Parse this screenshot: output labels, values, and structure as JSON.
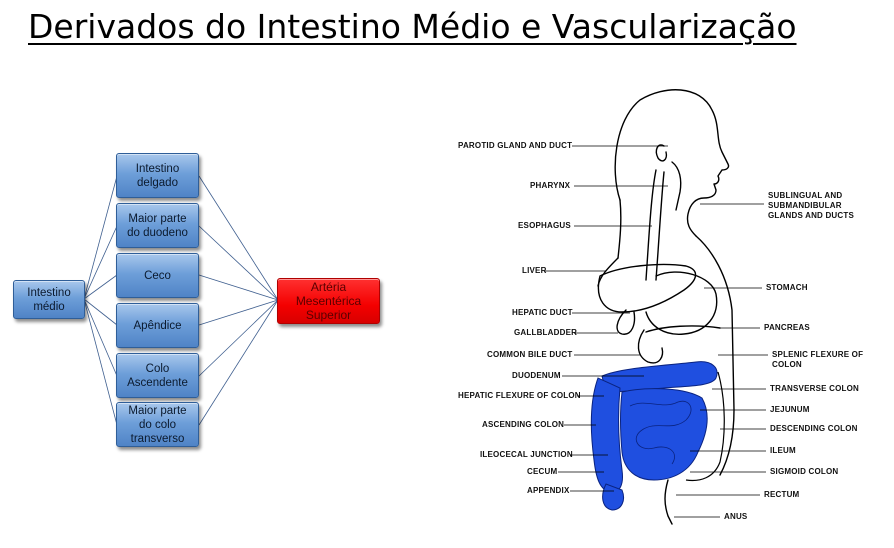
{
  "title": "Derivados do Intestino Médio e Vascularização",
  "diagram": {
    "root": "Intestino médio",
    "children": [
      "Intestino delgado",
      "Maior parte do duodeno",
      "Ceco",
      "Apêndice",
      "Colo Ascendente",
      "Maior parte do colo transverso"
    ],
    "artery": "Artéria Mesentérica Superior"
  },
  "anatomy_labels": {
    "left": [
      "PAROTID GLAND AND DUCT",
      "PHARYNX",
      "ESOPHAGUS",
      "LIVER",
      "HEPATIC DUCT",
      "GALLBLADDER",
      "COMMON BILE DUCT",
      "DUODENUM",
      "HEPATIC FLEXURE OF COLON",
      "ASCENDING COLON",
      "ILEOCECAL JUNCTION",
      "CECUM",
      "APPENDIX"
    ],
    "right": [
      "SUBLINGUAL AND SUBMANDIBULAR GLANDS AND DUCTS",
      "STOMACH",
      "PANCREAS",
      "SPLENIC FLEXURE OF COLON",
      "TRANSVERSE COLON",
      "JEJUNUM",
      "DESCENDING COLON",
      "ILEUM",
      "SIGMOID COLON",
      "RECTUM",
      "ANUS"
    ]
  },
  "colors": {
    "box_blue": "#6e9fd9",
    "artery_red": "#f40000",
    "midgut_highlight": "#1f4fe0",
    "connector": "#3f5f8f"
  }
}
